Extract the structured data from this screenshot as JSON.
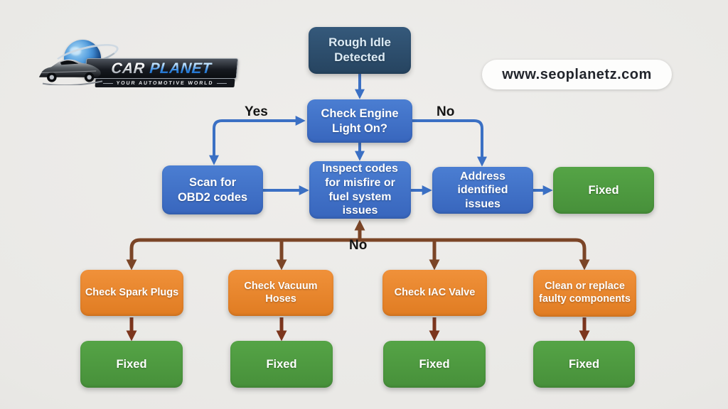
{
  "branding": {
    "logo_car": "CAR",
    "logo_planet": "PLANET",
    "logo_tagline": "YOUR AUTOMOTIVE WORLD",
    "website": "www.seoplanetz.com"
  },
  "labels": {
    "yes": "Yes",
    "no_right": "No",
    "no_bottom": "No"
  },
  "nodes": {
    "rough_idle": {
      "label": "Rough Idle Detected",
      "type": "start"
    },
    "check_engine": {
      "label": "Check Engine Light On?",
      "type": "decision"
    },
    "scan_obd2": {
      "label": "Scan for OBD2 codes",
      "type": "step"
    },
    "inspect_codes": {
      "label": "Inspect codes for misfire or fuel system issues",
      "type": "step"
    },
    "address_issues": {
      "label": "Address identified issues",
      "type": "step"
    },
    "fixed_top": {
      "label": "Fixed",
      "type": "end"
    },
    "check_spark_plugs": {
      "label": "Check Spark Plugs",
      "type": "check"
    },
    "check_vacuum_hoses": {
      "label": "Check Vacuum Hoses",
      "type": "check"
    },
    "check_iac_valve": {
      "label": "Check IAC Valve",
      "type": "check"
    },
    "clean_replace": {
      "label": "Clean or replace faulty components",
      "type": "check"
    },
    "fixed_1": {
      "label": "Fixed",
      "type": "end"
    },
    "fixed_2": {
      "label": "Fixed",
      "type": "end"
    },
    "fixed_3": {
      "label": "Fixed",
      "type": "end"
    },
    "fixed_4": {
      "label": "Fixed",
      "type": "end"
    }
  },
  "diagram": {
    "type": "flowchart",
    "edges": [
      {
        "from": "Rough Idle Detected",
        "to": "Check Engine Light On?",
        "label": ""
      },
      {
        "from": "Check Engine Light On?",
        "to": "Scan for OBD2 codes",
        "label": "Yes"
      },
      {
        "from": "Check Engine Light On?",
        "to": "Address identified issues",
        "label": "No"
      },
      {
        "from": "Check Engine Light On?",
        "to": "Inspect codes for misfire or fuel system issues",
        "label": ""
      },
      {
        "from": "Scan for OBD2 codes",
        "to": "Inspect codes for misfire or fuel system issues",
        "label": ""
      },
      {
        "from": "Inspect codes for misfire or fuel system issues",
        "to": "Address identified issues",
        "label": ""
      },
      {
        "from": "Address identified issues",
        "to": "Fixed",
        "label": ""
      },
      {
        "from": "Inspect codes for misfire or fuel system issues",
        "to": "Check Spark Plugs",
        "label": "No"
      },
      {
        "from": "Inspect codes for misfire or fuel system issues",
        "to": "Check Vacuum Hoses",
        "label": "No"
      },
      {
        "from": "Inspect codes for misfire or fuel system issues",
        "to": "Check IAC Valve",
        "label": "No"
      },
      {
        "from": "Inspect codes for misfire or fuel system issues",
        "to": "Clean or replace faulty components",
        "label": "No"
      },
      {
        "from": "Check Spark Plugs",
        "to": "Fixed",
        "label": ""
      },
      {
        "from": "Check Vacuum Hoses",
        "to": "Fixed",
        "label": ""
      },
      {
        "from": "Check IAC Valve",
        "to": "Fixed",
        "label": ""
      },
      {
        "from": "Clean or replace faulty components",
        "to": "Fixed",
        "label": ""
      }
    ]
  },
  "colors": {
    "node_navy": "#2c4c6b",
    "node_blue": "#3f73c8",
    "node_orange": "#e8862c",
    "node_green": "#4c9a40",
    "arrow_blue": "#3b70c4",
    "arrow_brown": "#7b4527",
    "arrow_dark_red": "#7c351d",
    "background": "#e9e8e5"
  }
}
